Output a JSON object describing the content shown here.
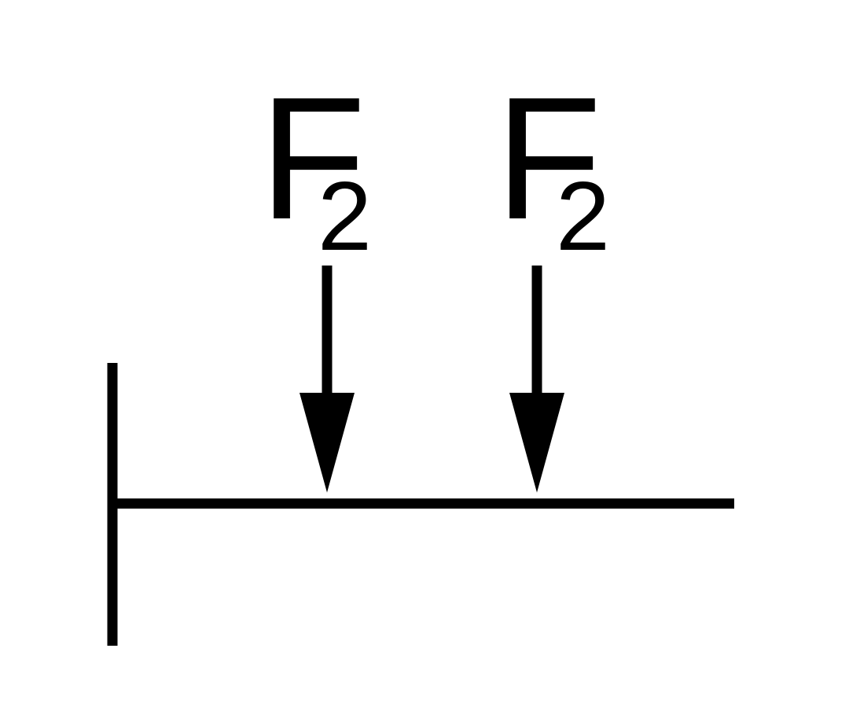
{
  "colors": {
    "stroke": "#000000",
    "background": "#ffffff"
  },
  "forces": [
    {
      "letter": "F",
      "subscript": "2"
    },
    {
      "letter": "F",
      "subscript": "2"
    }
  ]
}
